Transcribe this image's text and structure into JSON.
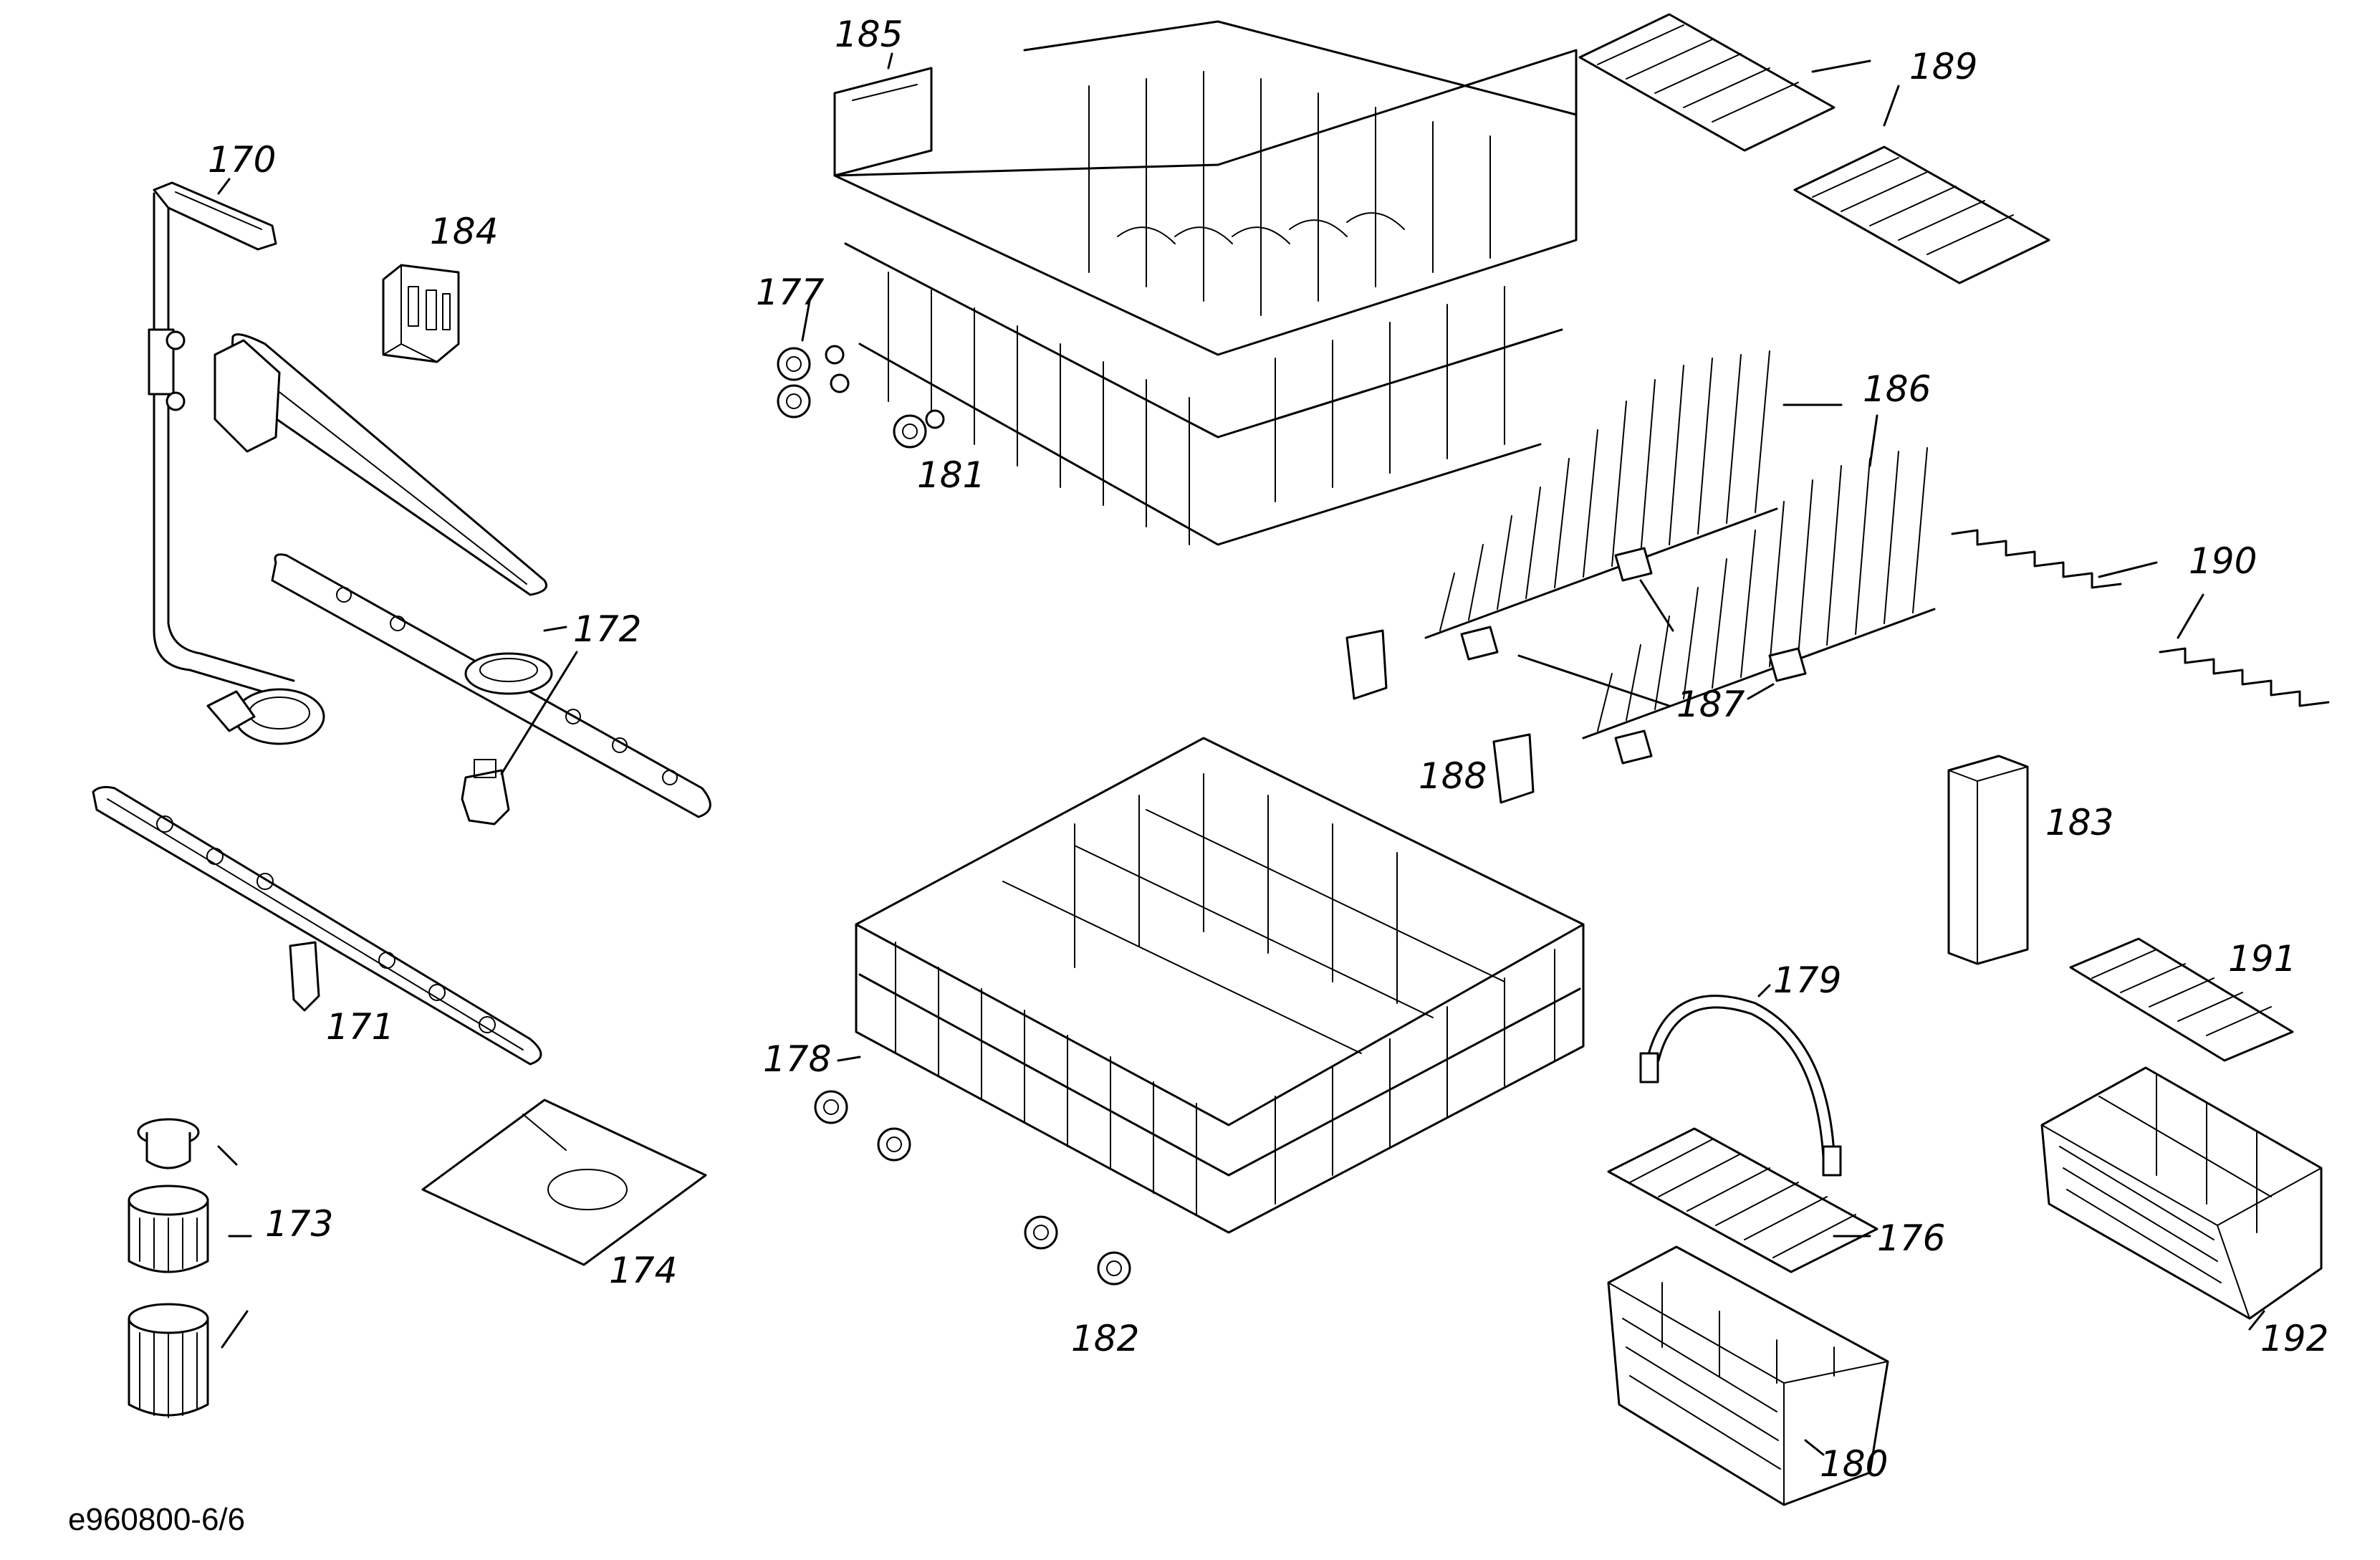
{
  "diagram_ref": "e960800-6/6",
  "part_labels": {
    "p170": "170",
    "p171": "171",
    "p172": "172",
    "p173": "173",
    "p174": "174",
    "p176": "176",
    "p177": "177",
    "p178": "178",
    "p179": "179",
    "p180": "180",
    "p181": "181",
    "p182": "182",
    "p183": "183",
    "p184": "184",
    "p185": "185",
    "p186": "186",
    "p187": "187",
    "p188": "188",
    "p189": "189",
    "p190": "190",
    "p191": "191",
    "p192": "192"
  },
  "parts": [
    {
      "number": "170",
      "icon": "spray-arm-feed-pipe"
    },
    {
      "number": "171",
      "icon": "lower-spray-arm"
    },
    {
      "number": "172",
      "icon": "upper-spray-arm"
    },
    {
      "number": "173",
      "icon": "filter-set"
    },
    {
      "number": "174",
      "icon": "flat-filter-plate"
    },
    {
      "number": "176",
      "icon": "cutlery-basket-lid"
    },
    {
      "number": "177",
      "icon": "upper-basket-rollers"
    },
    {
      "number": "178",
      "icon": "lower-basket-rollers"
    },
    {
      "number": "179",
      "icon": "basket-handle"
    },
    {
      "number": "180",
      "icon": "cutlery-basket"
    },
    {
      "number": "181",
      "icon": "upper-basket-roller"
    },
    {
      "number": "182",
      "icon": "lower-basket-rollers"
    },
    {
      "number": "183",
      "icon": "cutlery-insert"
    },
    {
      "number": "184",
      "icon": "clip"
    },
    {
      "number": "185",
      "icon": "upper-basket"
    },
    {
      "number": "186",
      "icon": "tine-rows"
    },
    {
      "number": "187",
      "icon": "tine-row-clips"
    },
    {
      "number": "188",
      "icon": "tine-row-holders"
    },
    {
      "number": "189",
      "icon": "cup-shelves"
    },
    {
      "number": "190",
      "icon": "cup-racks"
    },
    {
      "number": "191",
      "icon": "cutlery-basket-grid"
    },
    {
      "number": "192",
      "icon": "cutlery-basket-large"
    }
  ]
}
